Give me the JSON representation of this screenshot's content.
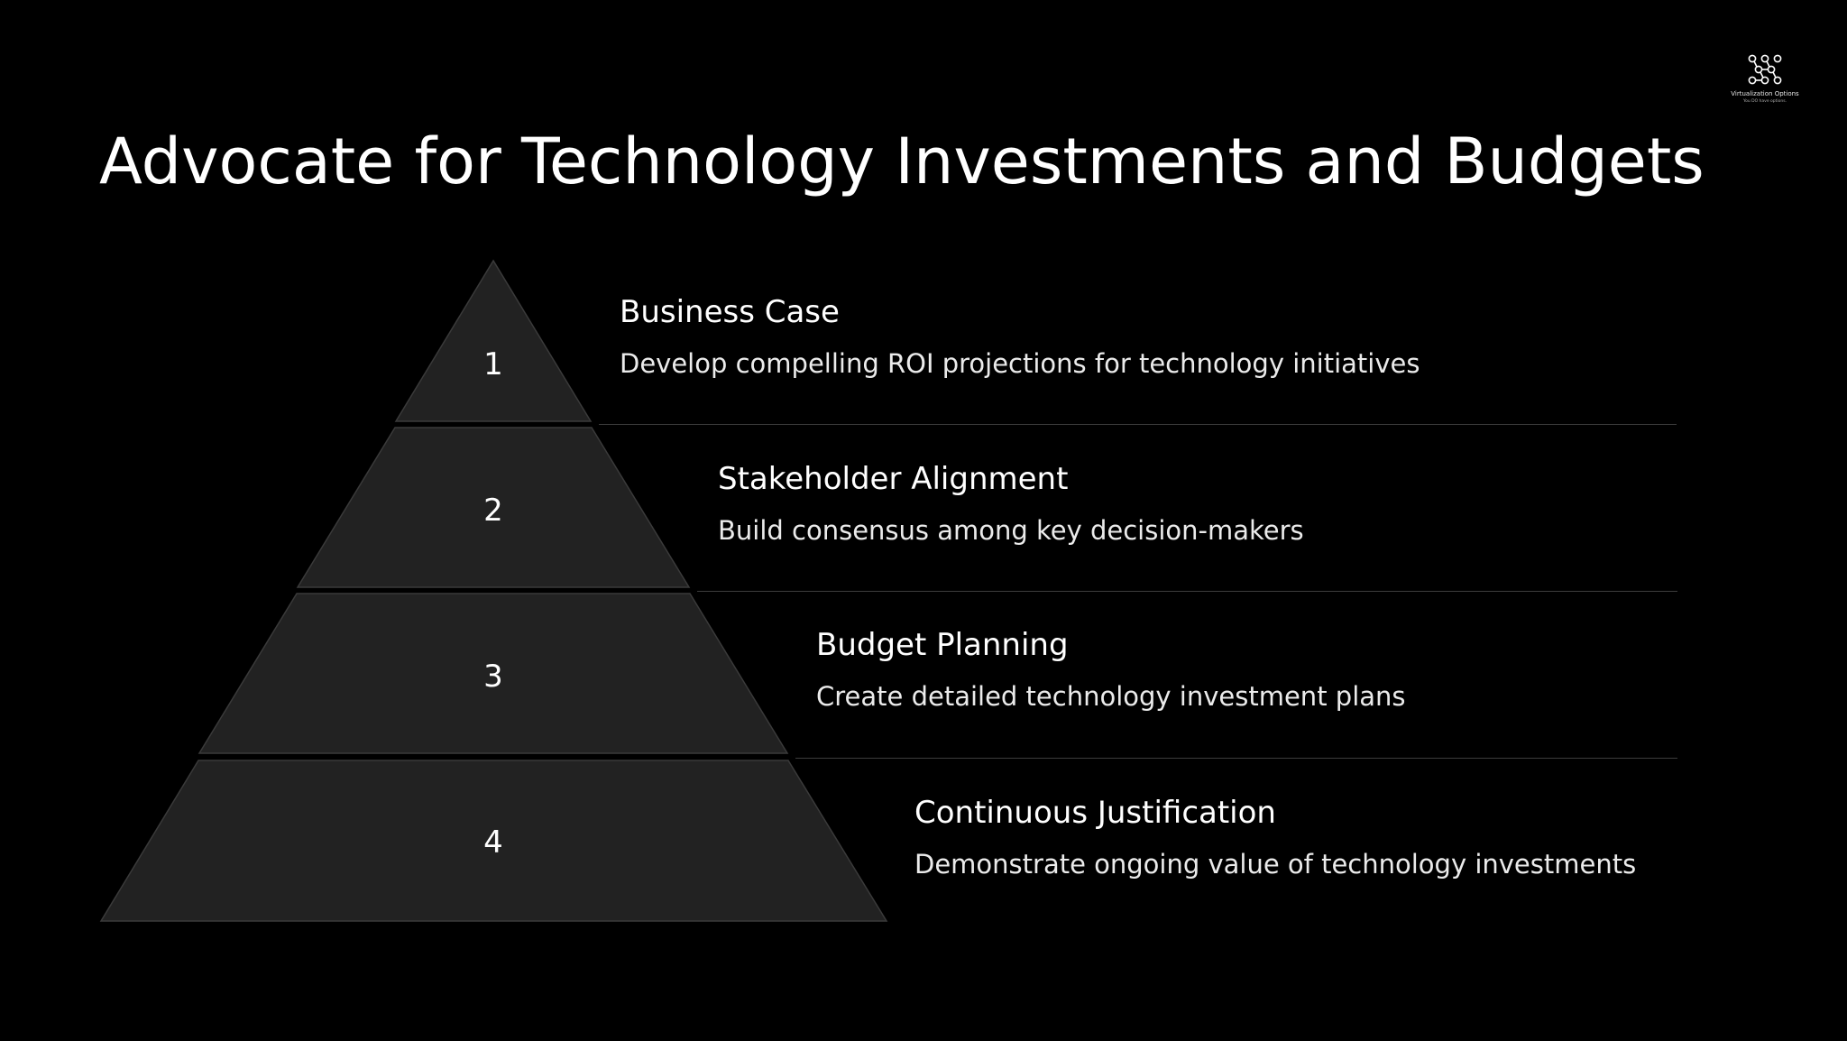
{
  "title": "Advocate for Technology Investments and Budgets",
  "logo": {
    "name": "Virtualization Options",
    "tagline": "You DO have options.",
    "icon": "node-network-icon"
  },
  "colors": {
    "background": "#000000",
    "level_fill": "#222222",
    "level_stroke": "#3a3a3a",
    "divider": "#3c3c3c",
    "text": "#ffffff"
  },
  "levels": [
    {
      "number": "1",
      "title": "Business Case",
      "description": "Develop compelling ROI projections for technology initiatives"
    },
    {
      "number": "2",
      "title": "Stakeholder Alignment",
      "description": "Build consensus among key decision-makers"
    },
    {
      "number": "3",
      "title": "Budget Planning",
      "description": "Create detailed technology investment plans"
    },
    {
      "number": "4",
      "title": "Continuous Justification",
      "description": "Demonstrate ongoing value of technology investments"
    }
  ]
}
